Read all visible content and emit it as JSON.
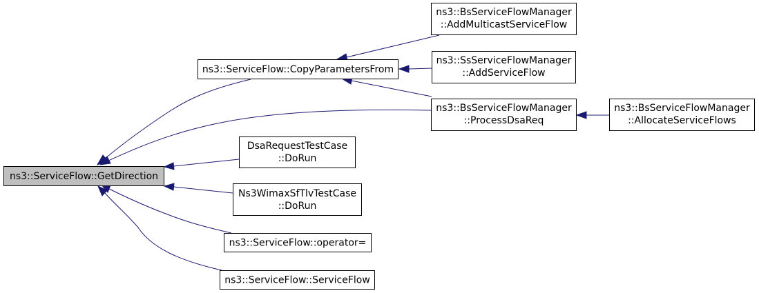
{
  "diagram": {
    "nodes": {
      "get_direction": [
        "ns3::ServiceFlow::GetDirection"
      ],
      "copy_parameters_from": [
        "ns3::ServiceFlow::CopyParametersFrom"
      ],
      "add_multicast_service_flow": [
        "ns3::BsServiceFlowManager",
        "::AddMulticastServiceFlow"
      ],
      "ss_add_service_flow": [
        "ns3::SsServiceFlowManager",
        "::AddServiceFlow"
      ],
      "process_dsa_req": [
        "ns3::BsServiceFlowManager",
        "::ProcessDsaReq"
      ],
      "allocate_service_flows": [
        "ns3::BsServiceFlowManager",
        "::AllocateServiceFlows"
      ],
      "dsa_request_test_case": [
        "DsaRequestTestCase",
        "::DoRun"
      ],
      "wimax_sf_tlv_test_case": [
        "Ns3WimaxSfTlvTestCase",
        "::DoRun"
      ],
      "operator_assign": [
        "ns3::ServiceFlow::operator="
      ],
      "service_flow_ctor": [
        "ns3::ServiceFlow::ServiceFlow"
      ]
    },
    "colors": {
      "edge": "#191970",
      "root_fill": "#bfbfbf",
      "node_fill": "#ffffff",
      "node_border": "#000000"
    }
  }
}
